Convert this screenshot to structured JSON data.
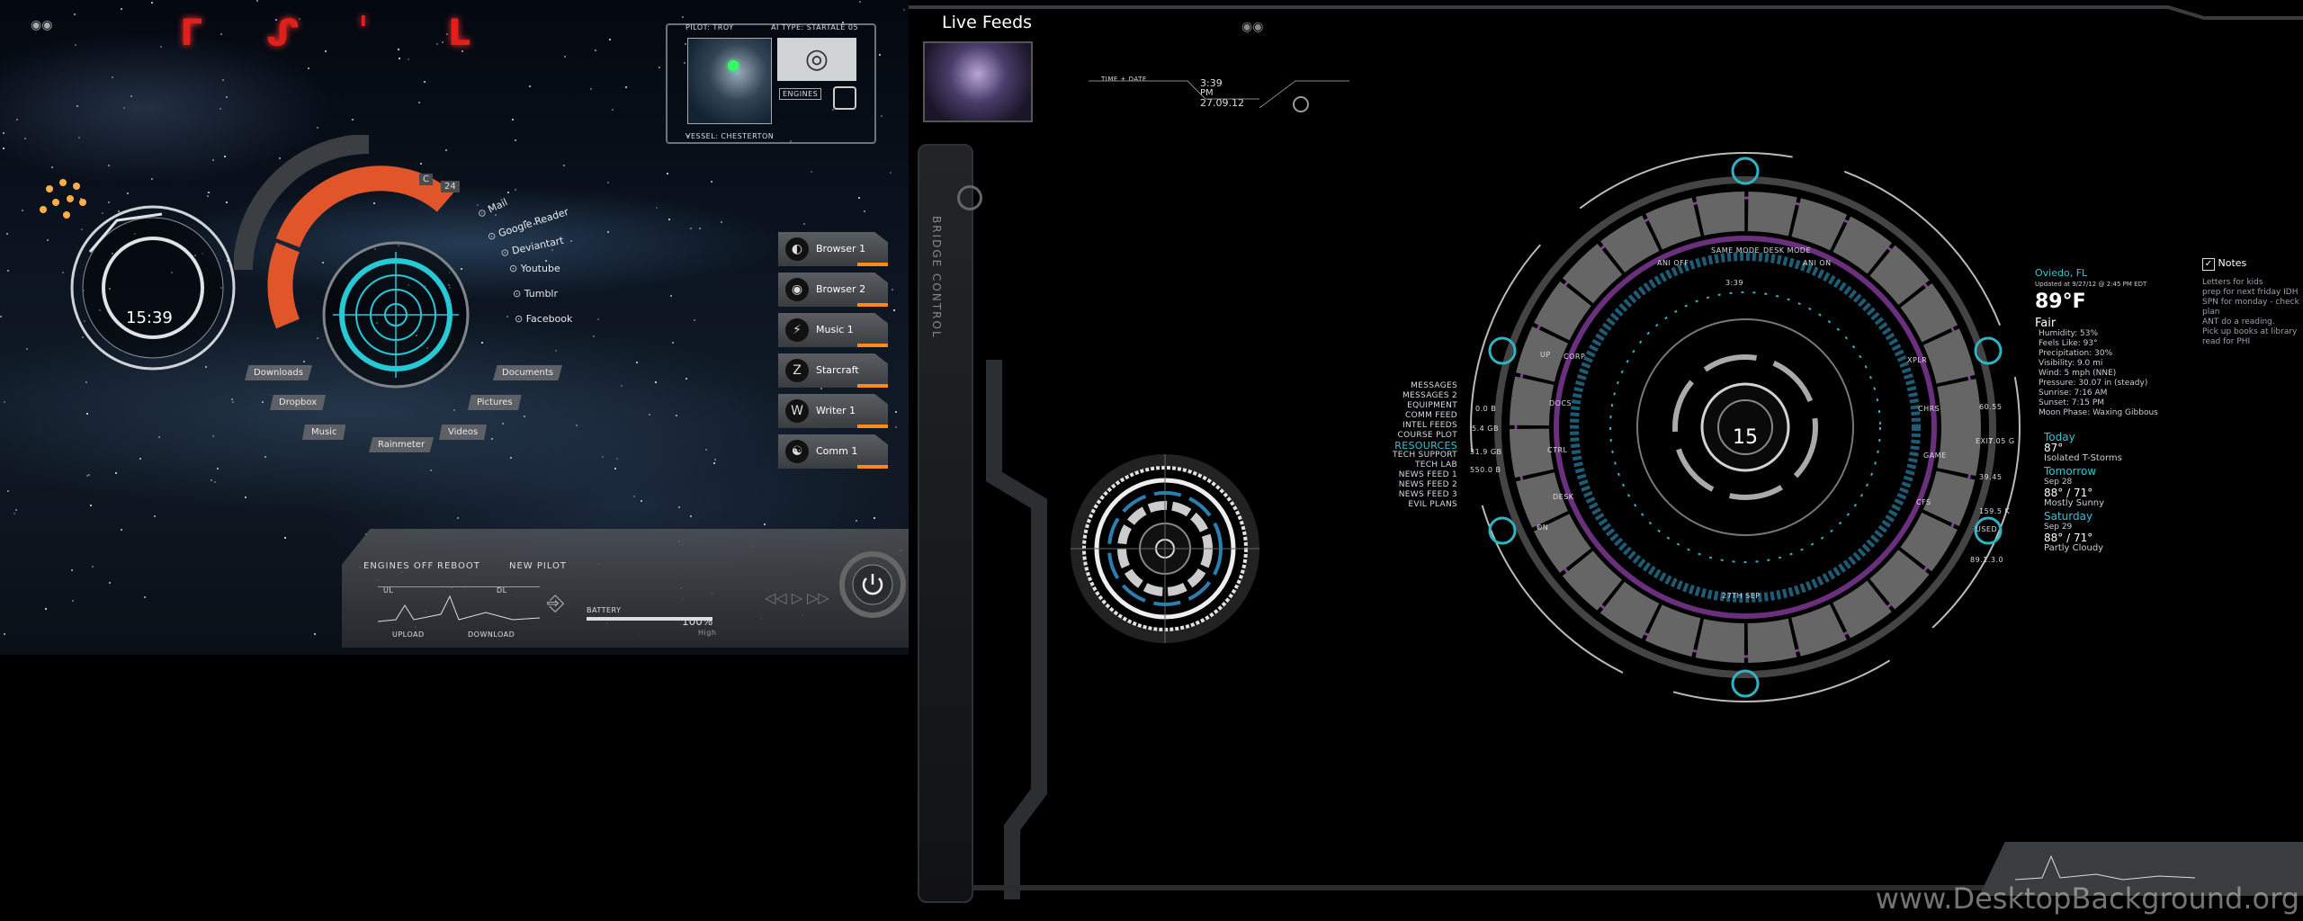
{
  "left": {
    "clock": "15:39",
    "badge_c": "C",
    "badge_num": "24",
    "links": [
      "Mail",
      "Google Reader",
      "Deviantart",
      "Youtube",
      "Tumblr",
      "Facebook"
    ],
    "folders": [
      "Downloads",
      "Dropbox",
      "Music",
      "Rainmeter",
      "Videos",
      "Pictures",
      "Documents"
    ],
    "launcher": [
      {
        "label": "Browser 1",
        "icon": "◐"
      },
      {
        "label": "Browser 2",
        "icon": "◉"
      },
      {
        "label": "Music 1",
        "icon": "⚡"
      },
      {
        "label": "Starcraft",
        "icon": "Z"
      },
      {
        "label": "Writer 1",
        "icon": "W"
      },
      {
        "label": "Comm 1",
        "icon": "☯"
      }
    ],
    "pilot": {
      "pilot_label": "PILOT: TROY",
      "ai_type": "AI TYPE: STARTALE 05",
      "engines": "ENGINES",
      "vessel": "VESSEL: CHESTERTON"
    },
    "controls": {
      "engines_off": "ENGINES OFF",
      "reboot": "REBOOT",
      "new_pilot": "NEW PILOT"
    },
    "net": {
      "upload": "UPLOAD",
      "download": "DOWNLOAD",
      "ul": "UL",
      "dl": "DL"
    },
    "battery": {
      "label": "BATTERY",
      "percent": "100%",
      "level": "High"
    }
  },
  "center": {
    "live_feeds": "Live Feeds",
    "time_label": "TIME + DATE",
    "time": "3:39",
    "ampm": "PM",
    "date": "27.09.12",
    "bridge": "BRIDGE CONTROL"
  },
  "hud": {
    "center_num": "15",
    "ring_labels": [
      "ANI OFF",
      "SAME MODE",
      "DESK MODE",
      "ANI ON",
      "XPLR",
      "CHRS",
      "GAME",
      "CFS",
      "USED",
      "EXIT",
      "CTRL",
      "DOCS",
      "CORP",
      "UP",
      "DESK",
      "ON"
    ],
    "day_label": "27TH SEP",
    "time_small": "3:39",
    "menu": [
      "MESSAGES",
      "MESSAGES 2",
      "EQUIPMENT",
      "COMM FEED",
      "INTEL FEEDS",
      "COURSE PLOT"
    ],
    "menu_highlight": "RESOURCES",
    "menu2": [
      "TECH SUPPORT",
      "TECH LAB",
      "NEWS FEED 1",
      "NEWS FEED 2",
      "NEWS FEED 3",
      "EVIL PLANS"
    ],
    "side_vals": [
      "0.0 B",
      "5.4 GB",
      "31.9 GB",
      "550.0 B"
    ],
    "right_vals": [
      "60.55",
      "7.05 G",
      "39.45",
      "159.5 K",
      "89.1.3.0"
    ]
  },
  "weather": {
    "location": "Oviedo, FL",
    "updated": "Updated at 9/27/12 @ 2:45 PM EDT",
    "temp": "89°F",
    "condition": "Fair",
    "details": [
      "Humidity: 53%",
      "Feels Like: 93°",
      "Precipitation: 30%",
      "Visibility: 9.0 mi",
      "Wind: 5 mph (NNE)",
      "Pressure: 30.07 in (steady)",
      "Sunrise: 7:16 AM",
      "Sunset: 7:15 PM",
      "Moon Phase: Waxing Gibbous"
    ],
    "forecast": [
      {
        "day": "Today",
        "date": "",
        "temps": "87°",
        "cond": "Isolated T-Storms"
      },
      {
        "day": "Tomorrow",
        "date": "Sep 28",
        "temps": "88° / 71°",
        "cond": "Mostly Sunny"
      },
      {
        "day": "Saturday",
        "date": "Sep 29",
        "temps": "88° / 71°",
        "cond": "Partly Cloudy"
      }
    ]
  },
  "notes": {
    "title": "Notes",
    "lines": [
      "Letters for kids",
      "prep for next friday IDH",
      "SPN for monday - check plan",
      "ANT do a reading.",
      "Pick up books at library",
      "read for PHI"
    ]
  },
  "watermark": "www.DesktopBackground.org",
  "colors": {
    "accent_orange": "#ff8a1c",
    "cyan": "#27c9d6",
    "red_glyph": "#e0201a",
    "purple_glow": "#b04fd0"
  }
}
